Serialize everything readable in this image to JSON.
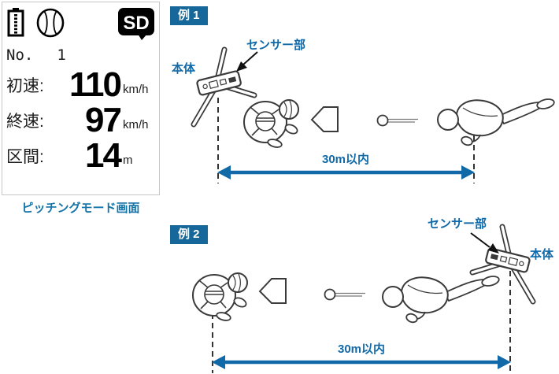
{
  "device_screen": {
    "battery_icon": "battery-icon",
    "ball_icon": "baseball-icon",
    "sd_label": "SD",
    "record_label": "No.",
    "record_number": "1",
    "rows": [
      {
        "label": "初速:",
        "value": "110",
        "unit": "km/h"
      },
      {
        "label": "終速:",
        "value": "97",
        "unit": "km/h"
      },
      {
        "label": "区間:",
        "value": "14",
        "unit": "m"
      }
    ],
    "caption": "ピッチングモード画面"
  },
  "examples": [
    {
      "tag": "例 1",
      "unit_label": "本体",
      "sensor_label": "センサー部",
      "distance_label": "30m以内"
    },
    {
      "tag": "例 2",
      "unit_label": "本体",
      "sensor_label": "センサー部",
      "distance_label": "30m以内"
    }
  ],
  "colors": {
    "accent_blue": "#1169a8",
    "tag_background": "#16689a",
    "caption_blue": "#1574a8",
    "line_art": "#3a3a3a"
  }
}
